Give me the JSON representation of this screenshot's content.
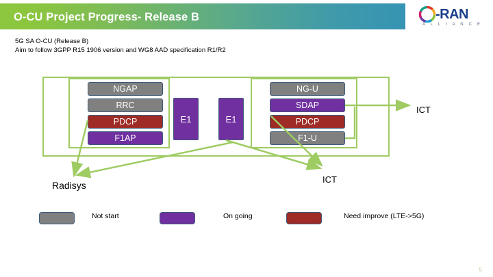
{
  "header": {
    "title": "O-CU Project Progress- Release B",
    "logo": {
      "word": "-RAN",
      "tagline": "A L L I A N C E",
      "mark": "oran-circle-logo-icon"
    }
  },
  "subtitle": {
    "line1": "5G SA  O-CU (Release B)",
    "line2": "Aim to follow 3GPP R15 1906 version and WG8 AAD specification R1/R2"
  },
  "diagram": {
    "left_stack": [
      {
        "label": "NGAP",
        "status": "Not start",
        "color": "#808080"
      },
      {
        "label": "RRC",
        "status": "Not start",
        "color": "#808080"
      },
      {
        "label": "PDCP",
        "status": "Need improve (LTE->5G)",
        "color": "#9e2b25"
      },
      {
        "label": "F1AP",
        "status": "On going",
        "color": "#7030a0"
      }
    ],
    "right_stack": [
      {
        "label": "NG-U",
        "status": "Not start",
        "color": "#808080"
      },
      {
        "label": "SDAP",
        "status": "On going",
        "color": "#7030a0"
      },
      {
        "label": "PDCP",
        "status": "Need improve (LTE->5G)",
        "color": "#9e2b25"
      },
      {
        "label": "F1-U",
        "status": "Not start",
        "color": "#808080"
      }
    ],
    "e1_left": "E1",
    "e1_right": "E1",
    "annotations": {
      "radisys": "Radisys",
      "ict_right": "ICT",
      "ict_low": "ICT"
    },
    "frame_color": "#9fcb63",
    "arrow_color": "#9fcb63"
  },
  "legend": [
    {
      "label": "Not start",
      "color": "#808080"
    },
    {
      "label": "On going",
      "color": "#7030a0"
    },
    {
      "label": "Need improve (LTE->5G)",
      "color": "#9e2b25"
    }
  ],
  "footer": {
    "page_number": "5"
  }
}
